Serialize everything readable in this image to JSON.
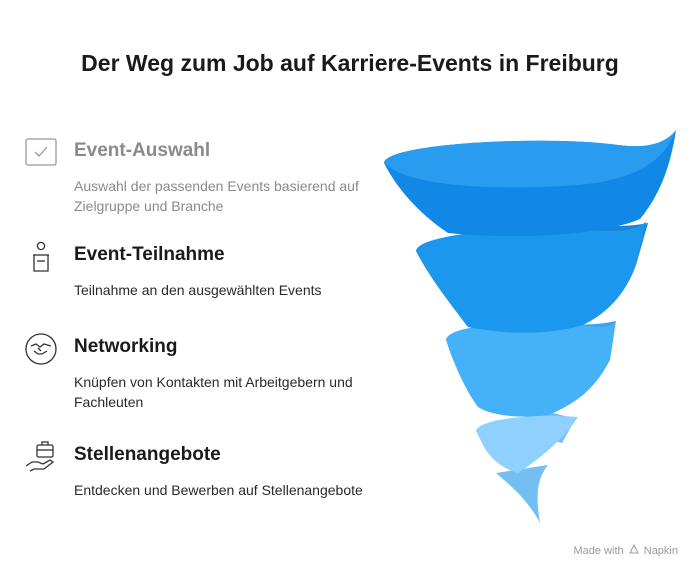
{
  "title": "Der Weg zum Job auf Karriere-Events in Freiburg",
  "steps": [
    {
      "heading": "Event-Auswahl",
      "description": "Auswahl der passenden Events basierend auf Zielgruppe und Branche",
      "icon": "checkbox-icon",
      "state": "muted"
    },
    {
      "heading": "Event-Teilnahme",
      "description": "Teilnahme an den ausgewählten Events",
      "icon": "person-podium-icon"
    },
    {
      "heading": "Networking",
      "description": "Knüpfen von Kontakten mit Arbeitgebern und Fachleuten",
      "icon": "handshake-icon"
    },
    {
      "heading": "Stellenangebote",
      "description": "Entdecken und Bewerben auf Stellenangebote",
      "icon": "briefcase-hand-icon"
    }
  ],
  "colors": {
    "funnel_level_1": "#1288e6",
    "funnel_level_2": "#1b98ee",
    "funnel_level_3": "#45b1f7",
    "funnel_level_4": "#8fd0ff",
    "funnel_back_1": "#0f74c8",
    "funnel_back_2": "#1984d6",
    "funnel_back_3": "#3aa2ea",
    "funnel_back_4": "#73bff4"
  },
  "watermark": {
    "prefix": "Made with",
    "brand": "Napkin"
  }
}
